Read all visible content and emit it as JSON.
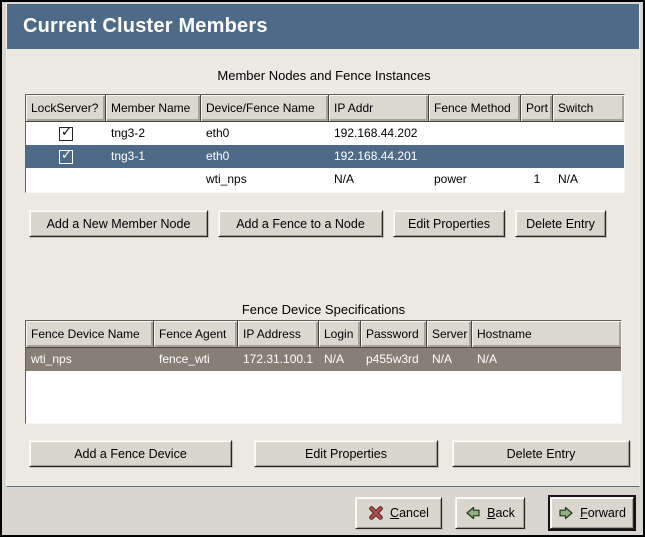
{
  "window": {
    "title": "Current Cluster Members"
  },
  "colors": {
    "titlebar": "#4d6b88",
    "selection_active": "#4d6b88",
    "selection_inactive": "#857f76",
    "content_bg": "#ece9e2",
    "window_bg": "#d9d6d0"
  },
  "member_table": {
    "caption": "Member Nodes and Fence Instances",
    "columns": [
      "LockServer?",
      "Member Name",
      "Device/Fence Name",
      "IP Addr",
      "Fence Method",
      "Port",
      "Switch"
    ],
    "rows": [
      {
        "lockserver_checked": true,
        "selected": false,
        "cells": [
          "",
          "tng3-2",
          "eth0",
          "192.168.44.202",
          "",
          "",
          ""
        ]
      },
      {
        "lockserver_checked": true,
        "selected": true,
        "cells": [
          "",
          "tng3-1",
          "eth0",
          "192.168.44.201",
          "",
          "",
          ""
        ]
      },
      {
        "lockserver_checked": null,
        "selected": false,
        "cells": [
          "",
          "",
          "wti_nps",
          "N/A",
          "power",
          "1",
          "N/A"
        ]
      }
    ],
    "buttons": [
      "Add a New Member Node",
      "Add a Fence to a Node",
      "Edit Properties",
      "Delete Entry"
    ]
  },
  "fence_table": {
    "caption": "Fence Device Specifications",
    "columns": [
      "Fence Device Name",
      "Fence Agent",
      "IP Address",
      "Login",
      "Password",
      "Server",
      "Hostname"
    ],
    "rows": [
      {
        "selected": true,
        "cells": [
          "wti_nps",
          "fence_wti",
          "172.31.100.1",
          "N/A",
          "p455w3rd",
          "N/A",
          "N/A"
        ]
      }
    ],
    "buttons": [
      "Add a Fence Device",
      "Edit Properties",
      "Delete Entry"
    ]
  },
  "footer": {
    "cancel": {
      "mnemonic": "C",
      "rest": "ancel",
      "icon": "red-x-cancel"
    },
    "back": {
      "mnemonic": "B",
      "rest": "ack",
      "icon": "green-arrow-left"
    },
    "forward": {
      "mnemonic": "F",
      "rest": "orward",
      "icon": "green-arrow-right"
    }
  }
}
